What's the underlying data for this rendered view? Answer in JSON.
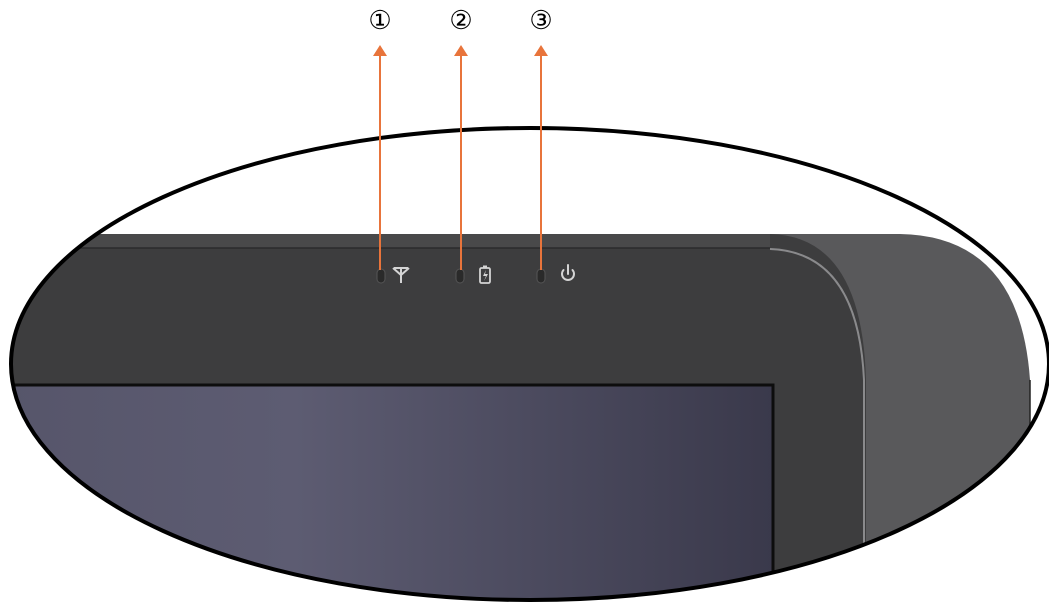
{
  "colors": {
    "background": "#ffffff",
    "bezel": "#3d3d3e",
    "bezel_top_strip": "#4a4a4b",
    "side_panel": "#59595b",
    "side_panel_edge": "#8a8a8c",
    "screen_left": "#5c5b70",
    "screen_right": "#3b3a4c",
    "arrow": "#e8743b",
    "led_off": "#2a2a2a",
    "icon": "#d4d4d4",
    "outline": "#000000"
  },
  "callouts": [
    {
      "label": "①",
      "indicator": "wireless-led",
      "icon": "antenna-icon"
    },
    {
      "label": "②",
      "indicator": "battery-led",
      "icon": "battery-charging-icon"
    },
    {
      "label": "③",
      "indicator": "power-led",
      "icon": "power-icon"
    }
  ]
}
